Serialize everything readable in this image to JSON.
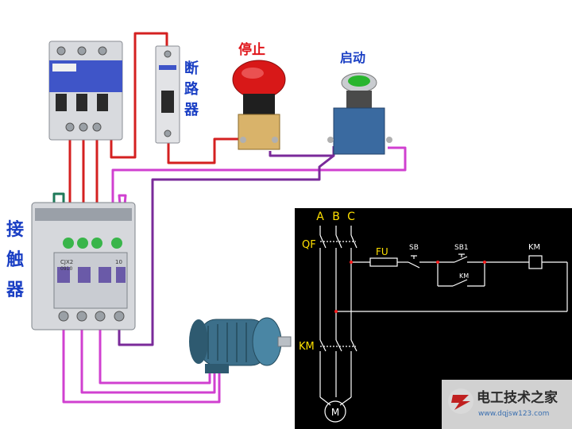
{
  "labels": {
    "breaker": [
      "断",
      "路",
      "器"
    ],
    "stop_button": "停止",
    "start_button": "启动",
    "contactor": [
      "接",
      "触",
      "器"
    ]
  },
  "devices": {
    "contactor_model": "CJX2",
    "contactor_sub": "0910",
    "contactor_no": "10"
  },
  "schematic": {
    "phases": [
      "A",
      "B",
      "C"
    ],
    "qf": "QF",
    "fu": "FU",
    "sb": "SB",
    "sb1": "SB1",
    "km_coil": "KM",
    "km_aux": "KM",
    "km_main": "KM",
    "motor": "M"
  },
  "watermark": {
    "name": "电工技术之家",
    "url": "www.dqjsw123.com"
  },
  "colors": {
    "wire_red": "#d42020",
    "wire_magenta": "#d040d0",
    "wire_purple": "#7a2a9a",
    "schematic_bg": "#000000",
    "schematic_line": "#ffffff",
    "label_blue": "#1a3fc4",
    "label_red": "#e0161b"
  }
}
